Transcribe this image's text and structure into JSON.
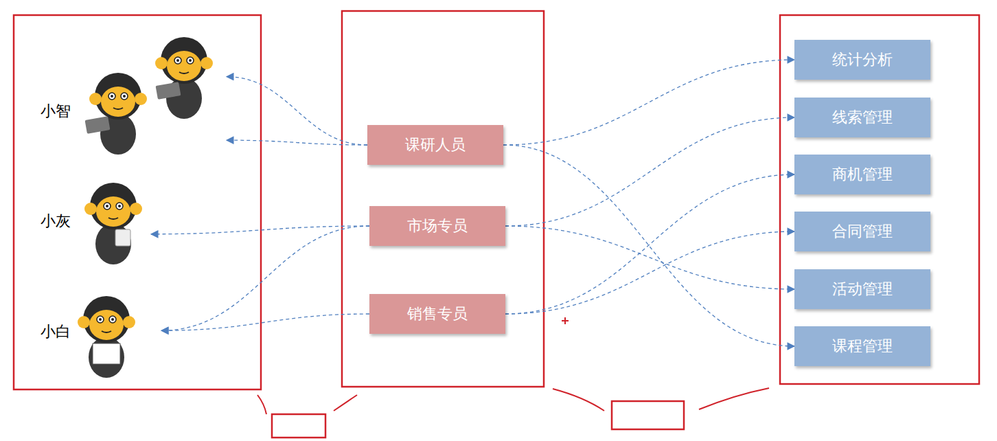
{
  "diagram": {
    "nodes": [
      {
        "text": [
          "小智"
        ]
      },
      {
        "text": [
          "小灰"
        ]
      },
      {
        "text": [
          "小白"
        ]
      },
      {
        "text": [
          "课研人员"
        ]
      },
      {
        "text": [
          "市场专员"
        ]
      },
      {
        "text": [
          "销售专员"
        ]
      },
      {
        "text": [
          "统计分析"
        ]
      },
      {
        "text": [
          "线索管理"
        ]
      },
      {
        "text": [
          "商机管理"
        ]
      },
      {
        "text": [
          "合同管理"
        ]
      },
      {
        "text": [
          "活动管理"
        ]
      },
      {
        "text": [
          "课程管理"
        ]
      }
    ],
    "edges": [
      {
        "from": 3,
        "to": 0,
        "arrow": "to"
      },
      {
        "from": 3,
        "to": 0,
        "arrow": "to"
      },
      {
        "from": 4,
        "to": 1,
        "arrow": "to"
      },
      {
        "from": 4,
        "to": 2,
        "arrow": "to"
      },
      {
        "from": 5,
        "to": 2,
        "arrow": "to"
      },
      {
        "from": 3,
        "to": 6,
        "arrow": "to"
      },
      {
        "from": 3,
        "to": 11,
        "arrow": "to"
      },
      {
        "from": 4,
        "to": 7,
        "arrow": "to"
      },
      {
        "from": 4,
        "to": 10,
        "arrow": "to"
      },
      {
        "from": 5,
        "to": 8,
        "arrow": "to"
      },
      {
        "from": 5,
        "to": 9,
        "arrow": "to"
      }
    ]
  }
}
